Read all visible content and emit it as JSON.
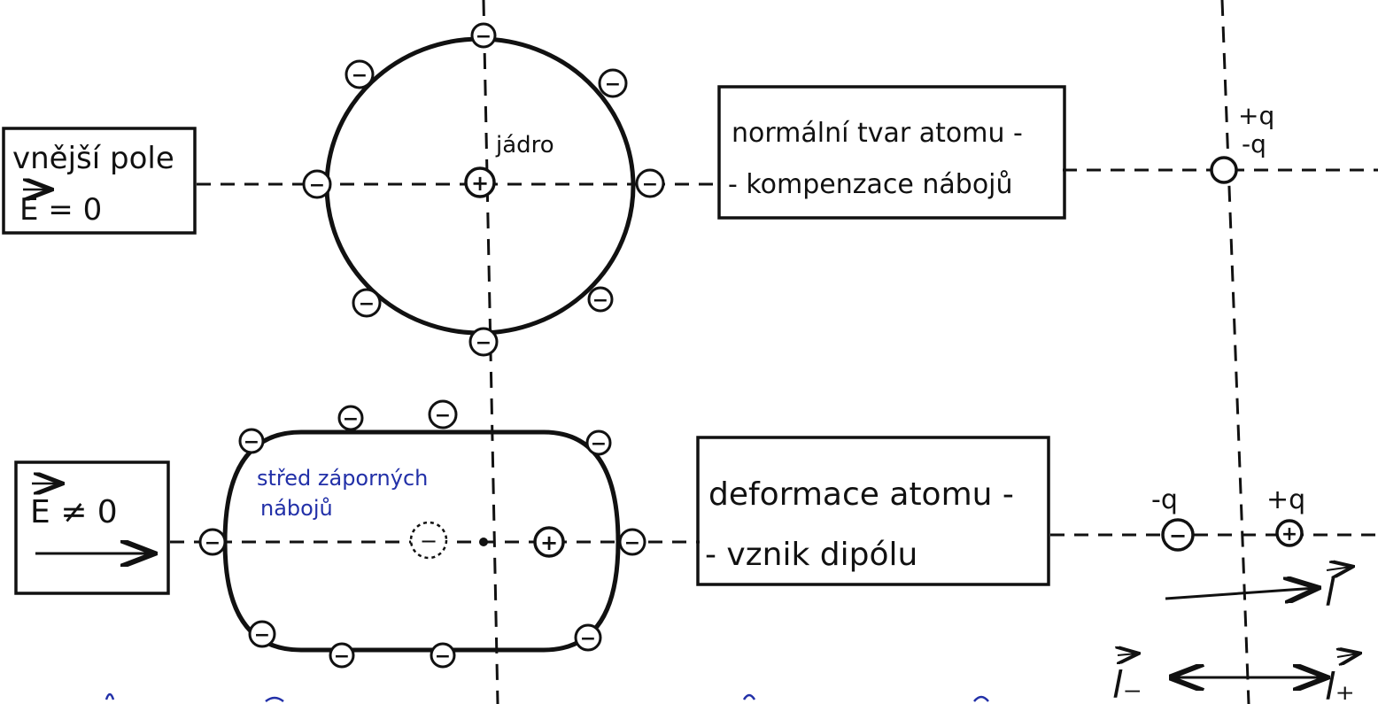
{
  "top": {
    "left_box": {
      "line1": "vnější pole",
      "line2": "E = 0"
    },
    "nucleus_label": "jádro",
    "nucleus_sign": "+",
    "electron_sign": "−",
    "right_box": {
      "line1": "normální tvar atomu -",
      "line2": "- kompenzace nábojů"
    },
    "charge_plus": "+q",
    "charge_minus": "-q"
  },
  "bottom": {
    "left_box": {
      "line1": "E ≠ 0"
    },
    "center_note": {
      "line1": "střed záporných",
      "line2": "nábojů"
    },
    "nucleus_sign": "+",
    "electron_sign": "−",
    "right_box": {
      "line1": "deformace atomu -",
      "line2": "- vznik dipólu"
    },
    "charge_minus": "-q",
    "charge_plus": "+q",
    "vector_l": "l",
    "vector_l_minus": "l₋",
    "vector_l_plus": "l₊"
  },
  "colors": {
    "ink": "#111111",
    "note": "#2230a8"
  }
}
